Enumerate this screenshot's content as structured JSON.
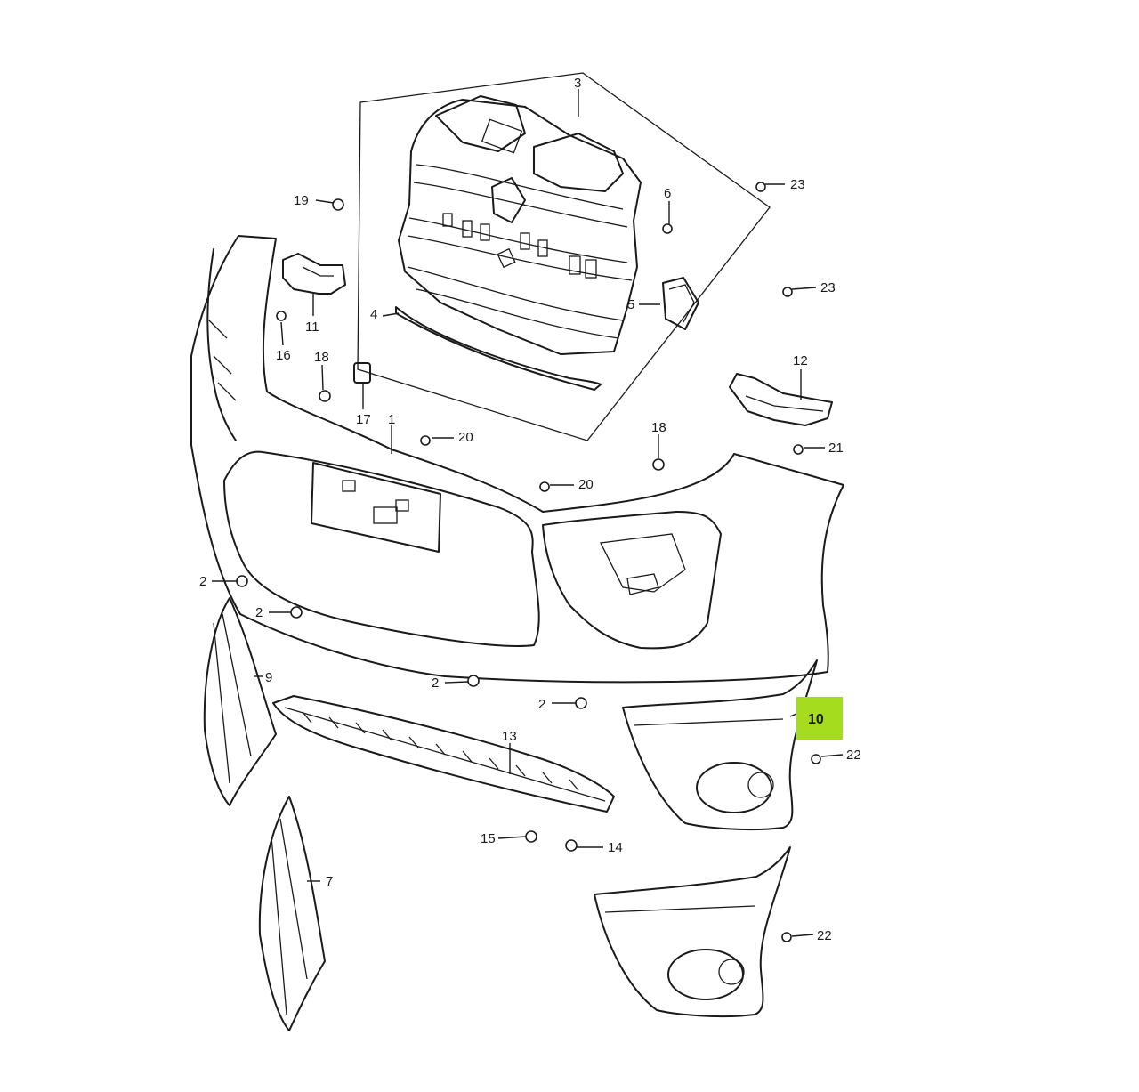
{
  "highlight_color": "#a6dc1e",
  "callouts": {
    "c3": "3",
    "c6": "6",
    "c23a": "23",
    "c23b": "23",
    "c19": "19",
    "c5": "5",
    "c4": "4",
    "c11": "11",
    "c16": "16",
    "c18a": "18",
    "c17": "17",
    "c1": "1",
    "c12": "12",
    "c20a": "20",
    "c20b": "20",
    "c18b": "18",
    "c21": "21",
    "c2a": "2",
    "c2b": "2",
    "c2c": "2",
    "c2d": "2",
    "c9": "9",
    "c10": "10",
    "c22a": "22",
    "c13": "13",
    "c15": "15",
    "c14": "14",
    "c7": "7",
    "c22b": "22"
  },
  "icons": {
    "fastener": "bolt-icon",
    "clip": "clip-icon"
  }
}
